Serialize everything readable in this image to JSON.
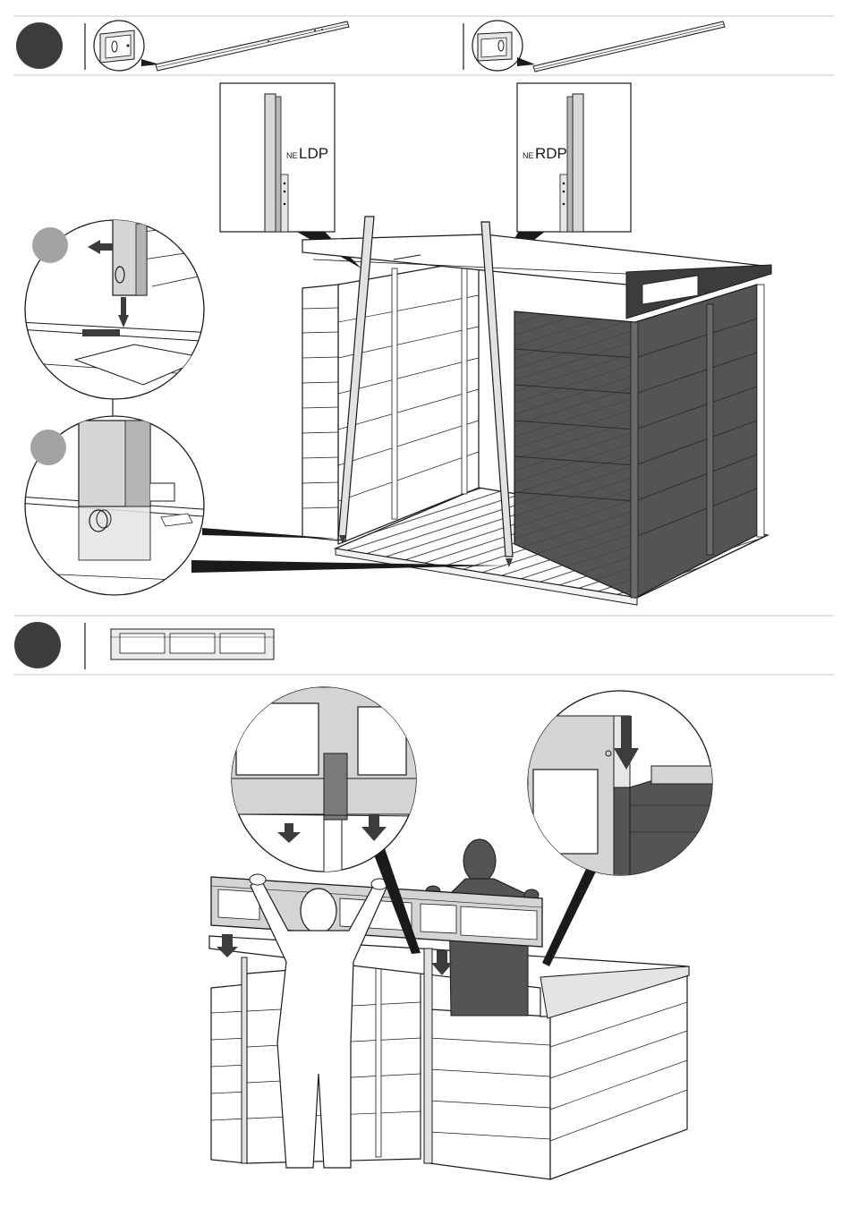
{
  "part_labels": {
    "left_post_prefix": "NE",
    "left_post_code": "LDP",
    "right_post_prefix": "NE",
    "right_post_code": "RDP"
  },
  "colors": {
    "step_badge": "#3c3c3e",
    "sub_badge": "#a3a3a5",
    "dark_panel": "#545456",
    "line": "#1a1a1a",
    "divider": "#c8c8c8"
  }
}
